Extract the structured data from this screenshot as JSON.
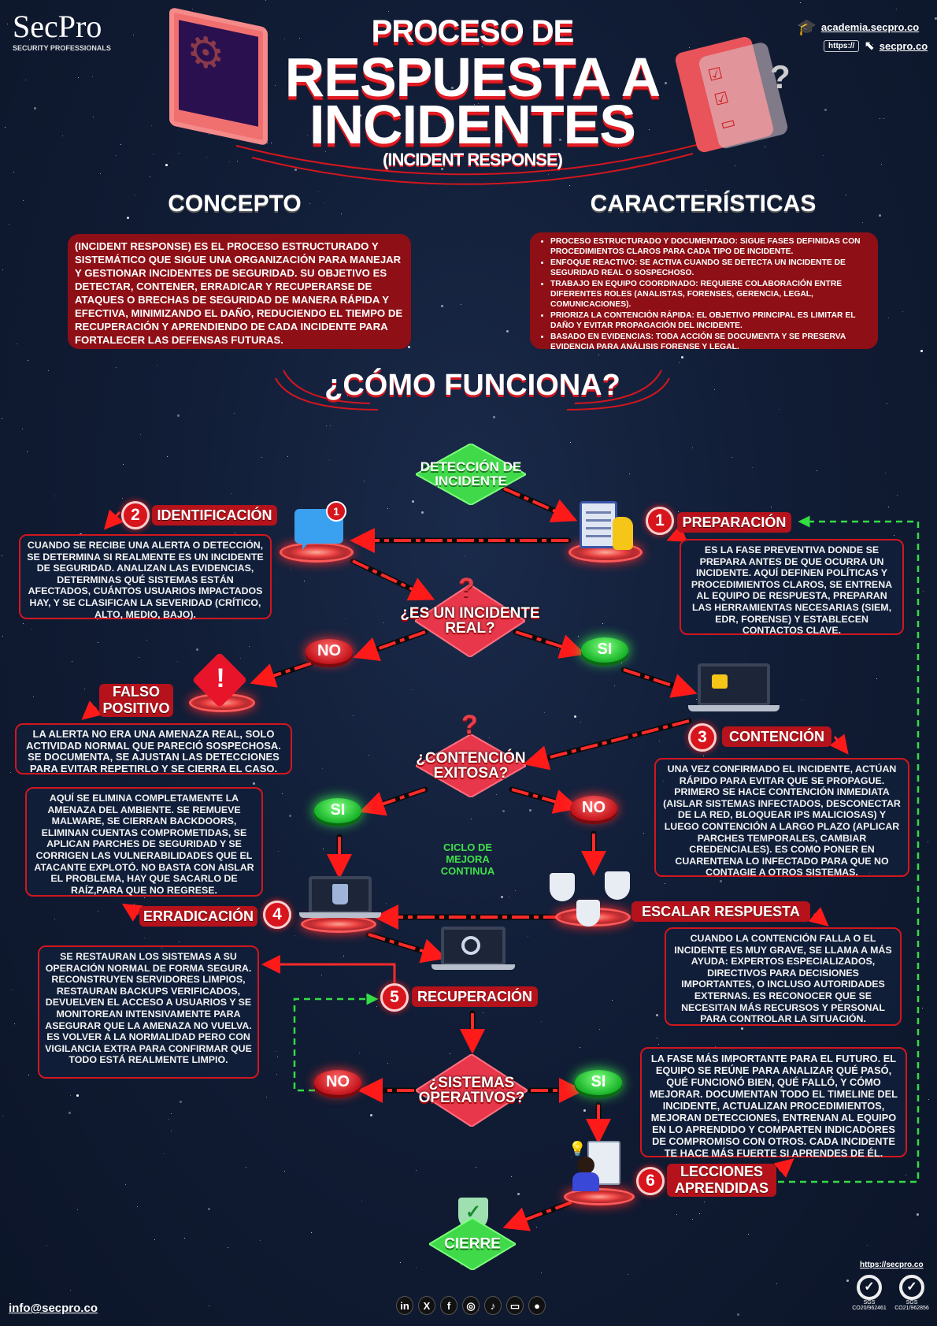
{
  "brand": {
    "logo_text": "SecPro",
    "logo_sub": "SECURITY PROFESSIONALS",
    "academy_link": "academia.secpro.co",
    "url_prefix": "https://",
    "site_link": "secpro.co"
  },
  "title": {
    "line1": "PROCESO DE",
    "line2": "RESPUESTA A",
    "line3": "INCIDENTES",
    "subtitle": "(INCIDENT RESPONSE)"
  },
  "concept": {
    "heading": "CONCEPTO",
    "text": "(INCIDENT RESPONSE) ES EL PROCESO ESTRUCTURADO Y SISTEMÁTICO QUE SIGUE UNA ORGANIZACIÓN PARA MANEJAR Y GESTIONAR INCIDENTES DE SEGURIDAD. SU OBJETIVO ES DETECTAR, CONTENER, ERRADICAR Y RECUPERARSE DE ATAQUES O BRECHAS DE SEGURIDAD DE MANERA RÁPIDA Y EFECTIVA, MINIMIZANDO EL DAÑO, REDUCIENDO EL TIEMPO DE RECUPERACIÓN Y APRENDIENDO DE CADA INCIDENTE PARA FORTALECER LAS DEFENSAS FUTURAS."
  },
  "features": {
    "heading": "CARACTERÍSTICAS",
    "items": [
      "PROCESO ESTRUCTURADO Y DOCUMENTADO: SIGUE FASES DEFINIDAS CON PROCEDIMIENTOS CLAROS PARA CADA TIPO DE INCIDENTE.",
      "ENFOQUE REACTIVO: SE ACTIVA CUANDO SE DETECTA UN INCIDENTE DE SEGURIDAD REAL O SOSPECHOSO.",
      "TRABAJO EN EQUIPO COORDINADO: REQUIERE COLABORACIÓN ENTRE DIFERENTES ROLES (ANALISTAS, FORENSES, GERENCIA, LEGAL, COMUNICACIONES).",
      "PRIORIZA LA CONTENCIÓN RÁPIDA: EL OBJETIVO PRINCIPAL ES LIMITAR EL DAÑO Y EVITAR PROPAGACIÓN DEL INCIDENTE.",
      "BASADO EN EVIDENCIAS: TODA ACCIÓN SE DOCUMENTA Y SE PRESERVA EVIDENCIA PARA ANÁLISIS FORENSE Y LEGAL."
    ]
  },
  "how": {
    "heading": "¿CÓMO FUNCIONA?"
  },
  "flow": {
    "start": "DETECCIÓN DE INCIDENTE",
    "notification_count": "1",
    "steps": [
      {
        "number": "1",
        "label": "PREPARACIÓN",
        "desc": "ES LA FASE PREVENTIVA DONDE SE PREPARA ANTES DE QUE OCURRA UN INCIDENTE. AQUÍ DEFINEN POLÍTICAS Y PROCEDIMIENTOS CLAROS, SE ENTRENA AL EQUIPO DE RESPUESTA, PREPARAN LAS HERRAMIENTAS NECESARIAS (SIEM, EDR, FORENSE) Y ESTABLECEN CONTACTOS CLAVE."
      },
      {
        "number": "2",
        "label": "IDENTIFICACIÓN",
        "desc": "CUANDO SE RECIBE UNA ALERTA O DETECCIÓN, SE DETERMINA SI REALMENTE ES UN INCIDENTE DE SEGURIDAD. ANALIZAN LAS EVIDENCIAS, DETERMINAS QUÉ SISTEMAS ESTÁN AFECTADOS, CUÁNTOS USUARIOS IMPACTADOS HAY, Y SE CLASIFICAN LA SEVERIDAD (CRÍTICO, ALTO, MEDIO, BAJO)."
      },
      {
        "number": "3",
        "label": "CONTENCIÓN",
        "desc": "UNA VEZ CONFIRMADO EL INCIDENTE, ACTÚAN RÁPIDO PARA EVITAR QUE SE PROPAGUE. PRIMERO SE HACE CONTENCIÓN INMEDIATA (AISLAR SISTEMAS INFECTADOS, DESCONECTAR DE LA RED, BLOQUEAR IPS MALICIOSAS) Y LUEGO CONTENCIÓN A LARGO PLAZO (APLICAR PARCHES TEMPORALES, CAMBIAR CREDENCIALES). ES COMO PONER EN CUARENTENA LO INFECTADO PARA QUE NO CONTAGIE A OTROS SISTEMAS."
      },
      {
        "number": "4",
        "label": "ERRADICACIÓN",
        "desc": "AQUÍ SE ELIMINA COMPLETAMENTE LA AMENAZA DEL AMBIENTE. SE REMUEVE MALWARE, SE CIERRAN BACKDOORS, ELIMINAN CUENTAS COMPROMETIDAS, SE APLICAN PARCHES DE SEGURIDAD Y SE CORRIGEN LAS VULNERABILIDADES QUE EL ATACANTE EXPLOTÓ. NO BASTA CON AISLAR EL PROBLEMA, HAY QUE SACARLO DE RAÍZ,PARA QUE NO REGRESE."
      },
      {
        "number": "5",
        "label": "RECUPERACIÓN",
        "desc": "SE RESTAURAN LOS SISTEMAS A SU OPERACIÓN NORMAL DE FORMA SEGURA. RECONSTRUYEN SERVIDORES LIMPIOS, RESTAURAN BACKUPS VERIFICADOS, DEVUELVEN EL ACCESO A USUARIOS Y SE MONITOREAN INTENSIVAMENTE PARA ASEGURAR QUE LA AMENAZA NO VUELVA. ES VOLVER A LA NORMALIDAD PERO CON VIGILANCIA EXTRA PARA CONFIRMAR QUE TODO ESTÁ REALMENTE LIMPIO."
      },
      {
        "number": "6",
        "label": "LECCIONES APRENDIDAS",
        "desc": "LA FASE MÁS IMPORTANTE PARA EL FUTURO. EL EQUIPO SE REÚNE PARA ANALIZAR QUÉ PASÓ, QUÉ FUNCIONÓ BIEN, QUÉ FALLÓ, Y CÓMO MEJORAR. DOCUMENTAN TODO EL TIMELINE DEL INCIDENTE, ACTUALIZAN PROCEDIMIENTOS, MEJORAN DETECCIONES, ENTRENAN AL EQUIPO EN LO APRENDIDO Y COMPARTEN INDICADORES DE COMPROMISO CON OTROS. CADA INCIDENTE TE HACE MÁS FUERTE SI APRENDES DE ÉL."
      }
    ],
    "decisions": {
      "is_real": "¿ES UN INCIDENTE REAL?",
      "containment_ok": "¿CONTENCIÓN EXITOSA?",
      "systems_ok": "¿SISTEMAS OPERATIVOS?"
    },
    "yes": "SI",
    "no": "NO",
    "false_positive": {
      "label": "FALSO POSITIVO",
      "desc": "LA ALERTA NO ERA UNA AMENAZA REAL, SOLO ACTIVIDAD NORMAL QUE PARECIÓ SOSPECHOSA. SE DOCUMENTA, SE AJUSTAN LAS DETECCIONES PARA EVITAR REPETIRLO Y SE CIERRA EL CASO."
    },
    "escalate": {
      "label": "ESCALAR RESPUESTA",
      "desc": "CUANDO LA CONTENCIÓN FALLA O EL INCIDENTE ES MUY GRAVE, SE LLAMA A MÁS AYUDA: EXPERTOS ESPECIALIZADOS, DIRECTIVOS PARA DECISIONES IMPORTANTES, O INCLUSO AUTORIDADES EXTERNAS. ES RECONOCER QUE SE NECESITAN MÁS RECURSOS Y PERSONAL PARA CONTROLAR LA SITUACIÓN."
    },
    "cycle": "CICLO DE MEJORA CONTINUA",
    "end": "CIERRE"
  },
  "footer": {
    "email": "info@secpro.co",
    "site": "https://secpro.co",
    "social_icons": [
      "linkedin-icon",
      "x-icon",
      "facebook-icon",
      "instagram-icon",
      "tiktok-icon",
      "twitch-icon",
      "github-icon"
    ],
    "cert_brand": "SGS",
    "certs": [
      "CO20/962461",
      "CO21/962856"
    ]
  },
  "colors": {
    "background": "#111d36",
    "accent_red": "#d3161e",
    "box_red": "#8e0f15",
    "success_green": "#3fd94a",
    "loop_green": "#33dd44"
  }
}
